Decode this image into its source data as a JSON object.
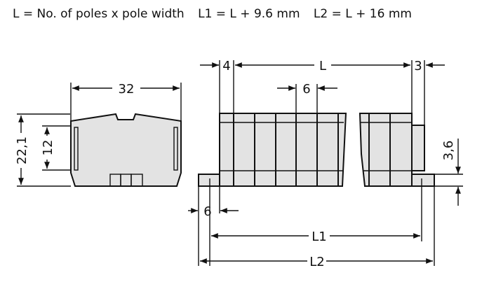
{
  "legend": {
    "l_def": "L = No. of poles x pole width",
    "l1_def": "L1 = L + 9.6 mm",
    "l2_def": "L2 = L + 16 mm"
  },
  "side_view": {
    "width": "32",
    "height": "22,1",
    "inner_height": "12"
  },
  "front_view": {
    "end_left": "4",
    "length": "L",
    "end_right": "3",
    "pitch": "6",
    "flange": "6",
    "flange_height": "3,6",
    "l1": "L1",
    "l2": "L2"
  }
}
